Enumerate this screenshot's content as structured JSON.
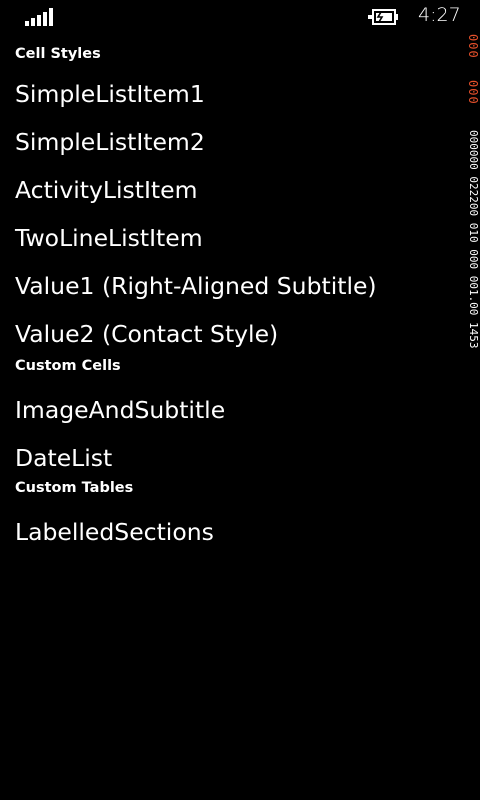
{
  "status_bar": {
    "time": "4:27",
    "signal_icon": "signal-strength-icon",
    "battery_icon": "battery-charging-icon"
  },
  "sections": [
    {
      "title": "Cell Styles",
      "items": [
        "SimpleListItem1",
        "SimpleListItem2",
        "ActivityListItem",
        "TwoLineListItem",
        "Value1 (Right-Aligned Subtitle)",
        "Value2 (Contact Style)"
      ]
    },
    {
      "title": "Custom Cells",
      "items": [
        "ImageAndSubtitle",
        "DateList"
      ]
    },
    {
      "title": "Custom Tables",
      "items": [
        "LabelledSections"
      ]
    }
  ],
  "frame_counter": {
    "red_top": "000",
    "red_bottom": "000",
    "white_text": "000000 022200 010 000 001.00 1453",
    "red_color": "#e5502b",
    "text_color": "#ffffff"
  }
}
